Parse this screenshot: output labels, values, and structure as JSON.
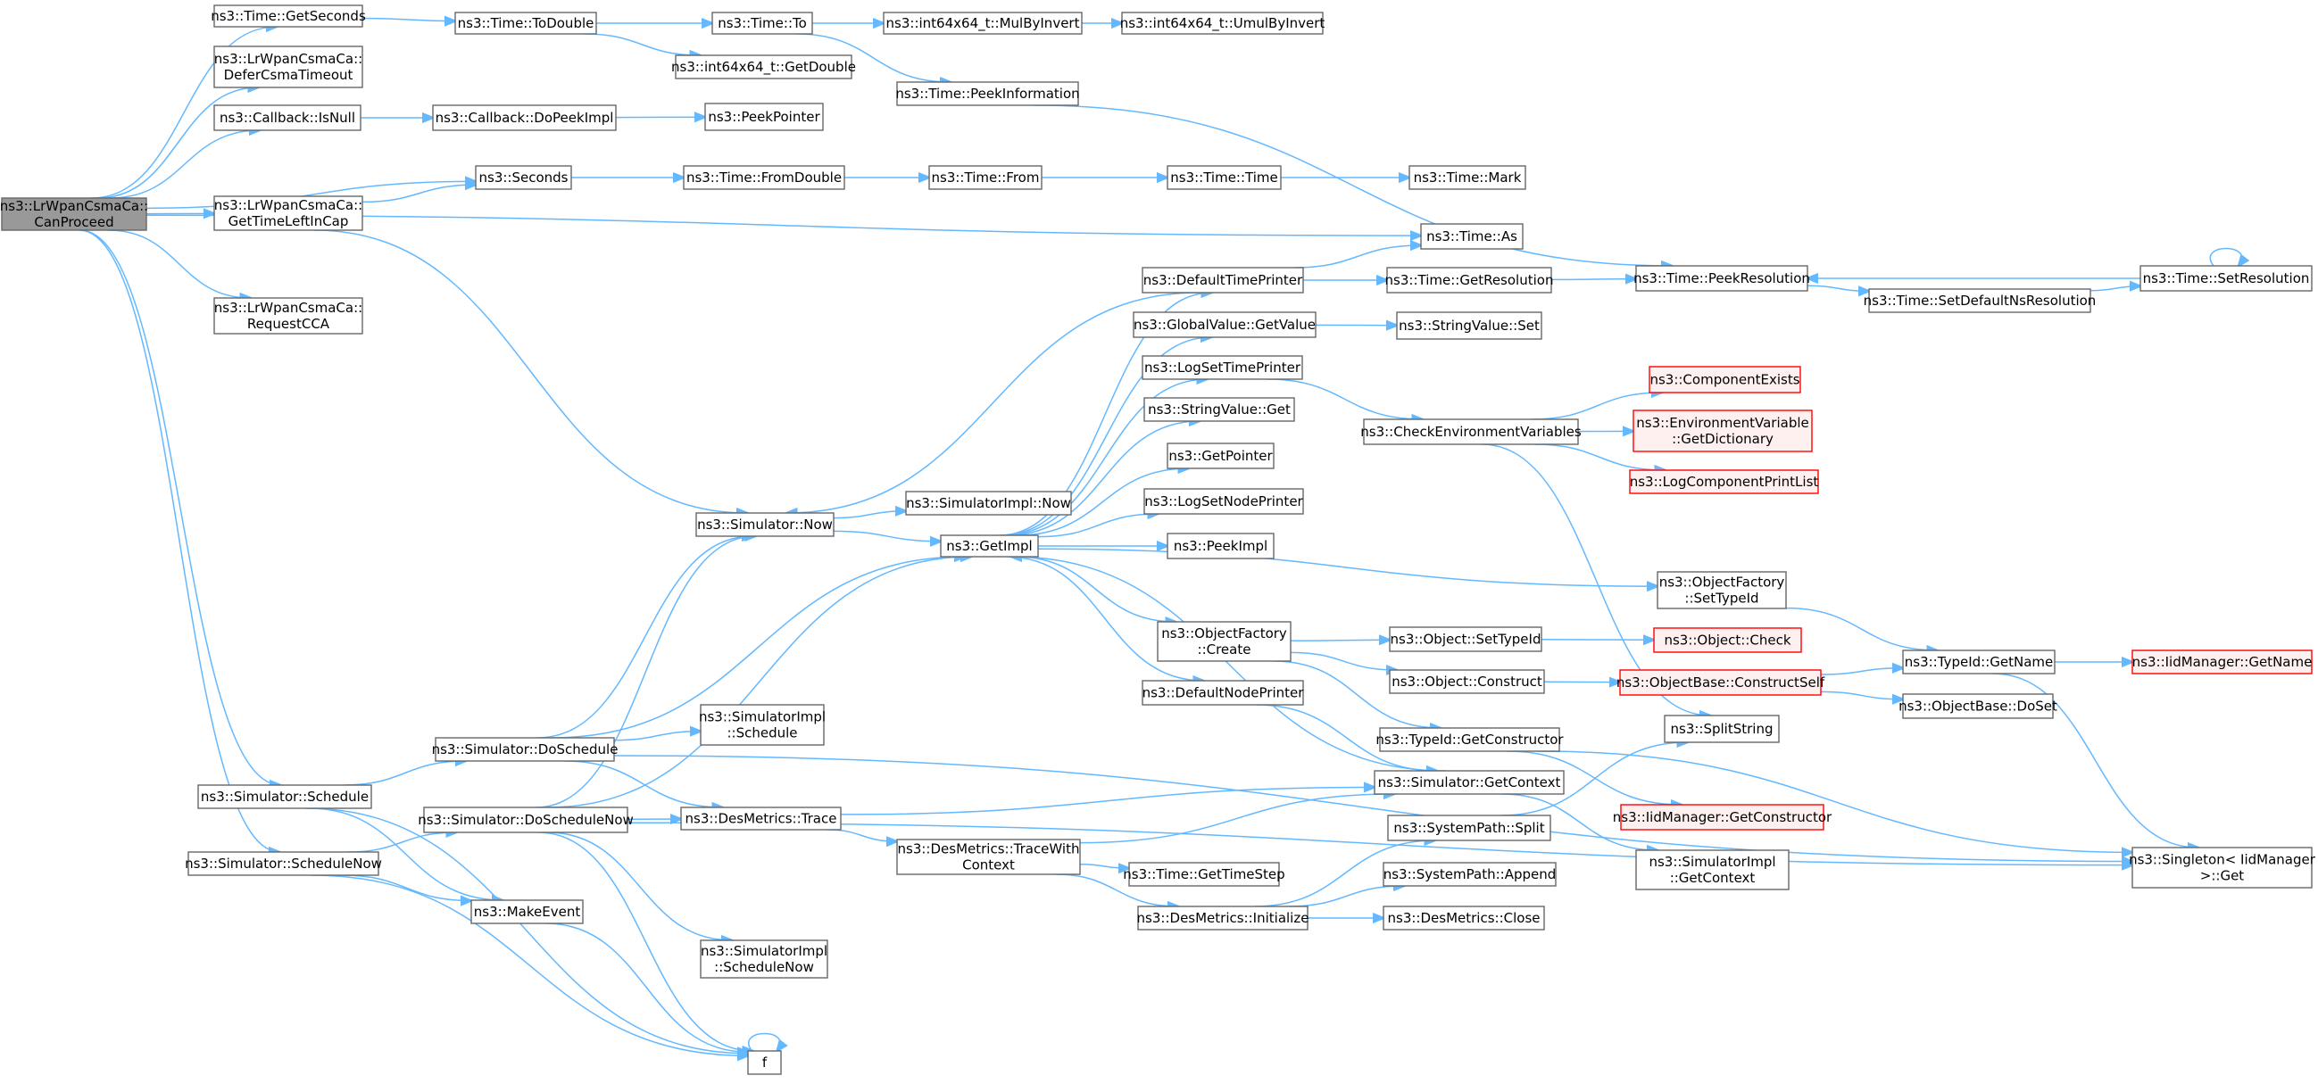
{
  "colors": {
    "edge": "#63b8ff",
    "root_fill": "#999999",
    "border": "#666666",
    "red_border": "#ff0000"
  },
  "nodes": [
    {
      "id": "root",
      "lines": [
        "ns3::LrWpanCsmaCa::",
        "CanProceed"
      ],
      "style": "root"
    },
    {
      "id": "getSeconds",
      "lines": [
        "ns3::Time::GetSeconds"
      ]
    },
    {
      "id": "toDouble",
      "lines": [
        "ns3::Time::ToDouble"
      ]
    },
    {
      "id": "timeTo",
      "lines": [
        "ns3::Time::To"
      ]
    },
    {
      "id": "mulByInvert",
      "lines": [
        "ns3::int64x64_t::MulByInvert"
      ]
    },
    {
      "id": "umulByInvert",
      "lines": [
        "ns3::int64x64_t::UmulByInvert"
      ]
    },
    {
      "id": "int64GetDouble",
      "lines": [
        "ns3::int64x64_t::GetDouble"
      ]
    },
    {
      "id": "peekInformation",
      "lines": [
        "ns3::Time::PeekInformation"
      ]
    },
    {
      "id": "deferCsma",
      "lines": [
        "ns3::LrWpanCsmaCa::",
        "DeferCsmaTimeout"
      ]
    },
    {
      "id": "cbIsNull",
      "lines": [
        "ns3::Callback::IsNull"
      ]
    },
    {
      "id": "cbDoPeekImpl",
      "lines": [
        "ns3::Callback::DoPeekImpl"
      ]
    },
    {
      "id": "peekPointer",
      "lines": [
        "ns3::PeekPointer"
      ]
    },
    {
      "id": "seconds",
      "lines": [
        "ns3::Seconds"
      ]
    },
    {
      "id": "fromDouble",
      "lines": [
        "ns3::Time::FromDouble"
      ]
    },
    {
      "id": "timeFrom",
      "lines": [
        "ns3::Time::From"
      ]
    },
    {
      "id": "timeTime",
      "lines": [
        "ns3::Time::Time"
      ]
    },
    {
      "id": "timeMark",
      "lines": [
        "ns3::Time::Mark"
      ]
    },
    {
      "id": "getTimeLeft",
      "lines": [
        "ns3::LrWpanCsmaCa::",
        "GetTimeLeftInCap"
      ]
    },
    {
      "id": "timeAs",
      "lines": [
        "ns3::Time::As"
      ]
    },
    {
      "id": "defaultTimePrinter",
      "lines": [
        "ns3::DefaultTimePrinter"
      ]
    },
    {
      "id": "getResolution",
      "lines": [
        "ns3::Time::GetResolution"
      ]
    },
    {
      "id": "peekResolution",
      "lines": [
        "ns3::Time::PeekResolution"
      ]
    },
    {
      "id": "setResolution",
      "lines": [
        "ns3::Time::SetResolution"
      ]
    },
    {
      "id": "setDefaultNs",
      "lines": [
        "ns3::Time::SetDefaultNsResolution"
      ]
    },
    {
      "id": "requestCca",
      "lines": [
        "ns3::LrWpanCsmaCa::",
        "RequestCCA"
      ]
    },
    {
      "id": "gvGetValue",
      "lines": [
        "ns3::GlobalValue::GetValue"
      ]
    },
    {
      "id": "svSet",
      "lines": [
        "ns3::StringValue::Set"
      ]
    },
    {
      "id": "logSetTimePrinter",
      "lines": [
        "ns3::LogSetTimePrinter"
      ]
    },
    {
      "id": "componentExists",
      "lines": [
        "ns3::ComponentExists"
      ],
      "style": "red"
    },
    {
      "id": "svGet",
      "lines": [
        "ns3::StringValue::Get"
      ]
    },
    {
      "id": "checkEnv",
      "lines": [
        "ns3::CheckEnvironmentVariables"
      ]
    },
    {
      "id": "envGetDict",
      "lines": [
        "ns3::EnvironmentVariable",
        "::GetDictionary"
      ],
      "style": "red"
    },
    {
      "id": "getPointer",
      "lines": [
        "ns3::GetPointer"
      ]
    },
    {
      "id": "logCompPrint",
      "lines": [
        "ns3::LogComponentPrintList"
      ],
      "style": "red"
    },
    {
      "id": "simImplNow",
      "lines": [
        "ns3::SimulatorImpl::Now"
      ]
    },
    {
      "id": "logSetNodePrinter",
      "lines": [
        "ns3::LogSetNodePrinter"
      ]
    },
    {
      "id": "simNow",
      "lines": [
        "ns3::Simulator::Now"
      ]
    },
    {
      "id": "getImpl",
      "lines": [
        "ns3::GetImpl"
      ]
    },
    {
      "id": "peekImpl",
      "lines": [
        "ns3::PeekImpl"
      ]
    },
    {
      "id": "ofSetTypeId",
      "lines": [
        "ns3::ObjectFactory",
        "::SetTypeId"
      ]
    },
    {
      "id": "ofCreate",
      "lines": [
        "ns3::ObjectFactory",
        "::Create"
      ]
    },
    {
      "id": "objSetTypeId",
      "lines": [
        "ns3::Object::SetTypeId"
      ]
    },
    {
      "id": "objCheck",
      "lines": [
        "ns3::Object::Check"
      ],
      "style": "red"
    },
    {
      "id": "typeIdGetName",
      "lines": [
        "ns3::TypeId::GetName"
      ]
    },
    {
      "id": "iidGetName",
      "lines": [
        "ns3::IidManager::GetName"
      ],
      "style": "red"
    },
    {
      "id": "objConstruct",
      "lines": [
        "ns3::Object::Construct"
      ]
    },
    {
      "id": "obConstructSelf",
      "lines": [
        "ns3::ObjectBase::ConstructSelf"
      ],
      "style": "red"
    },
    {
      "id": "defaultNodePrinter",
      "lines": [
        "ns3::DefaultNodePrinter"
      ]
    },
    {
      "id": "obDoSet",
      "lines": [
        "ns3::ObjectBase::DoSet"
      ]
    },
    {
      "id": "simImplSchedule",
      "lines": [
        "ns3::SimulatorImpl",
        "::Schedule"
      ]
    },
    {
      "id": "splitString",
      "lines": [
        "ns3::SplitString"
      ]
    },
    {
      "id": "simDoSchedule",
      "lines": [
        "ns3::Simulator::DoSchedule"
      ]
    },
    {
      "id": "typeIdGetCtor",
      "lines": [
        "ns3::TypeId::GetConstructor"
      ]
    },
    {
      "id": "simSchedule",
      "lines": [
        "ns3::Simulator::Schedule"
      ]
    },
    {
      "id": "simGetContext",
      "lines": [
        "ns3::Simulator::GetContext"
      ]
    },
    {
      "id": "simDoScheduleNow",
      "lines": [
        "ns3::Simulator::DoScheduleNow"
      ]
    },
    {
      "id": "desTrace",
      "lines": [
        "ns3::DesMetrics::Trace"
      ]
    },
    {
      "id": "iidGetCtor",
      "lines": [
        "ns3::IidManager::GetConstructor"
      ],
      "style": "red"
    },
    {
      "id": "sysPathSplit",
      "lines": [
        "ns3::SystemPath::Split"
      ]
    },
    {
      "id": "desTraceWith",
      "lines": [
        "ns3::DesMetrics::TraceWith",
        "Context"
      ]
    },
    {
      "id": "simScheduleNow",
      "lines": [
        "ns3::Simulator::ScheduleNow"
      ]
    },
    {
      "id": "singletonGet",
      "lines": [
        "ns3::Singleton< IidManager",
        ">::Get"
      ]
    },
    {
      "id": "simImplGetCtx",
      "lines": [
        "ns3::SimulatorImpl",
        "::GetContext"
      ]
    },
    {
      "id": "timeGetTimeStep",
      "lines": [
        "ns3::Time::GetTimeStep"
      ]
    },
    {
      "id": "sysPathAppend",
      "lines": [
        "ns3::SystemPath::Append"
      ]
    },
    {
      "id": "makeEvent",
      "lines": [
        "ns3::MakeEvent"
      ]
    },
    {
      "id": "desInit",
      "lines": [
        "ns3::DesMetrics::Initialize"
      ]
    },
    {
      "id": "desClose",
      "lines": [
        "ns3::DesMetrics::Close"
      ]
    },
    {
      "id": "simImplScheduleNow",
      "lines": [
        "ns3::SimulatorImpl",
        "::ScheduleNow"
      ]
    },
    {
      "id": "f",
      "lines": [
        "f"
      ]
    }
  ],
  "edges": [
    [
      "root",
      "getSeconds"
    ],
    [
      "root",
      "deferCsma"
    ],
    [
      "root",
      "cbIsNull"
    ],
    [
      "root",
      "seconds"
    ],
    [
      "root",
      "getTimeLeft"
    ],
    [
      "root",
      "timeAs"
    ],
    [
      "root",
      "requestCca"
    ],
    [
      "root",
      "simSchedule"
    ],
    [
      "root",
      "simScheduleNow"
    ],
    [
      "getSeconds",
      "toDouble"
    ],
    [
      "toDouble",
      "timeTo"
    ],
    [
      "toDouble",
      "int64GetDouble"
    ],
    [
      "timeTo",
      "mulByInvert"
    ],
    [
      "timeTo",
      "peekInformation"
    ],
    [
      "mulByInvert",
      "umulByInvert"
    ],
    [
      "peekInformation",
      "peekResolution"
    ],
    [
      "cbIsNull",
      "cbDoPeekImpl"
    ],
    [
      "cbDoPeekImpl",
      "peekPointer"
    ],
    [
      "seconds",
      "fromDouble"
    ],
    [
      "fromDouble",
      "timeFrom"
    ],
    [
      "timeFrom",
      "timeTime"
    ],
    [
      "timeTime",
      "timeMark"
    ],
    [
      "getTimeLeft",
      "seconds"
    ],
    [
      "getTimeLeft",
      "simNow"
    ],
    [
      "defaultTimePrinter",
      "timeAs"
    ],
    [
      "defaultTimePrinter",
      "getResolution"
    ],
    [
      "defaultTimePrinter",
      "simNow"
    ],
    [
      "getResolution",
      "peekResolution"
    ],
    [
      "peekResolution",
      "setDefaultNs"
    ],
    [
      "setDefaultNs",
      "setResolution"
    ],
    [
      "setResolution",
      "peekResolution"
    ],
    [
      "setResolution",
      "setResolution"
    ],
    [
      "gvGetValue",
      "svSet"
    ],
    [
      "logSetTimePrinter",
      "checkEnv"
    ],
    [
      "checkEnv",
      "componentExists"
    ],
    [
      "checkEnv",
      "envGetDict"
    ],
    [
      "checkEnv",
      "logCompPrint"
    ],
    [
      "checkEnv",
      "splitString"
    ],
    [
      "simNow",
      "simImplNow"
    ],
    [
      "simNow",
      "getImpl"
    ],
    [
      "getImpl",
      "defaultTimePrinter"
    ],
    [
      "getImpl",
      "gvGetValue"
    ],
    [
      "getImpl",
      "logSetTimePrinter"
    ],
    [
      "getImpl",
      "svGet"
    ],
    [
      "getImpl",
      "getPointer"
    ],
    [
      "getImpl",
      "logSetNodePrinter"
    ],
    [
      "getImpl",
      "peekImpl"
    ],
    [
      "getImpl",
      "ofSetTypeId"
    ],
    [
      "getImpl",
      "ofCreate"
    ],
    [
      "getImpl",
      "defaultNodePrinter"
    ],
    [
      "ofSetTypeId",
      "typeIdGetName"
    ],
    [
      "ofCreate",
      "objSetTypeId"
    ],
    [
      "ofCreate",
      "objConstruct"
    ],
    [
      "ofCreate",
      "typeIdGetCtor"
    ],
    [
      "objSetTypeId",
      "objCheck"
    ],
    [
      "objConstruct",
      "obConstructSelf"
    ],
    [
      "obConstructSelf",
      "typeIdGetName"
    ],
    [
      "obConstructSelf",
      "obDoSet"
    ],
    [
      "typeIdGetName",
      "iidGetName"
    ],
    [
      "typeIdGetName",
      "singletonGet"
    ],
    [
      "defaultNodePrinter",
      "simGetContext"
    ],
    [
      "typeIdGetCtor",
      "iidGetCtor"
    ],
    [
      "typeIdGetCtor",
      "singletonGet"
    ],
    [
      "simGetContext",
      "getImpl"
    ],
    [
      "simGetContext",
      "simImplGetCtx"
    ],
    [
      "simSchedule",
      "simDoSchedule"
    ],
    [
      "simSchedule",
      "makeEvent"
    ],
    [
      "simSchedule",
      "f"
    ],
    [
      "simDoSchedule",
      "simNow"
    ],
    [
      "simDoSchedule",
      "getImpl"
    ],
    [
      "simDoSchedule",
      "simImplSchedule"
    ],
    [
      "simDoSchedule",
      "desTrace"
    ],
    [
      "simDoSchedule",
      "singletonGet"
    ],
    [
      "simScheduleNow",
      "simDoScheduleNow"
    ],
    [
      "simScheduleNow",
      "makeEvent"
    ],
    [
      "simScheduleNow",
      "f"
    ],
    [
      "simDoScheduleNow",
      "simNow"
    ],
    [
      "simDoScheduleNow",
      "getImpl"
    ],
    [
      "simDoScheduleNow",
      "desTrace"
    ],
    [
      "simDoScheduleNow",
      "simImplScheduleNow"
    ],
    [
      "simDoScheduleNow",
      "singletonGet"
    ],
    [
      "simDoScheduleNow",
      "f"
    ],
    [
      "desTrace",
      "simGetContext"
    ],
    [
      "desTrace",
      "desTraceWith"
    ],
    [
      "desTraceWith",
      "simGetContext"
    ],
    [
      "desTraceWith",
      "timeGetTimeStep"
    ],
    [
      "desTraceWith",
      "desInit"
    ],
    [
      "desInit",
      "sysPathSplit"
    ],
    [
      "desInit",
      "sysPathAppend"
    ],
    [
      "desInit",
      "desClose"
    ],
    [
      "sysPathSplit",
      "splitString"
    ],
    [
      "makeEvent",
      "f"
    ],
    [
      "f",
      "f"
    ]
  ]
}
